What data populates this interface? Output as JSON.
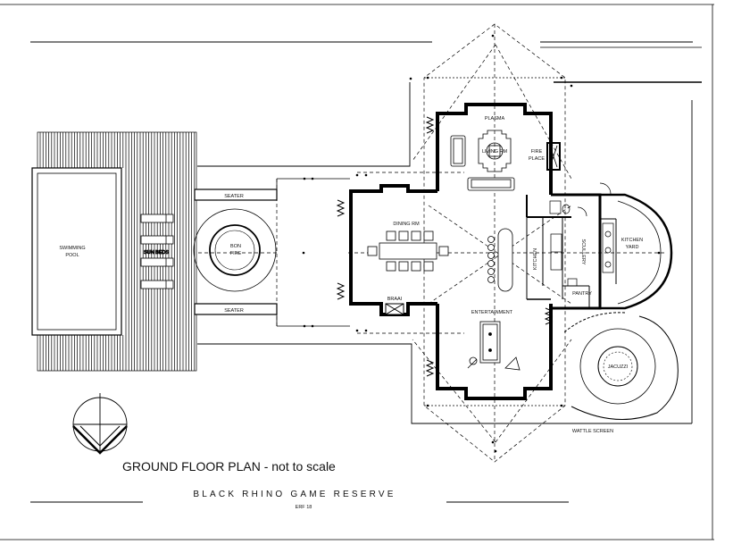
{
  "rooms": {
    "plasma": "PLASMA",
    "living_rm": "LIVING RM",
    "fire_place_1": "FIRE",
    "fire_place_2": "PLACE",
    "dining_rm": "DINING RM",
    "braai": "BRAAI",
    "kitchen": "KITCHEN",
    "scullery": "SCULLERY",
    "kitchen_yard_1": "KITCHEN",
    "kitchen_yard_2": "YARD",
    "pantry": "PANTRY",
    "entertainment": "ENTERTAINMENT",
    "jacuzzi": "JACUZZI",
    "wattle_screen": "WATTLE SCREEN",
    "swimming_pool_1": "SWIMMING",
    "swimming_pool_2": "POOL",
    "seater_top": "SEATER",
    "seater_bottom": "SEATER",
    "bon_fire_1": "BON",
    "bon_fire_2": "FIRE",
    "sun_beds": "SUN BEDS"
  },
  "title": "GROUND FLOOR PLAN - not to scale",
  "subtitle": "BLACK RHINO GAME RESERVE",
  "erf": "ERF 18"
}
